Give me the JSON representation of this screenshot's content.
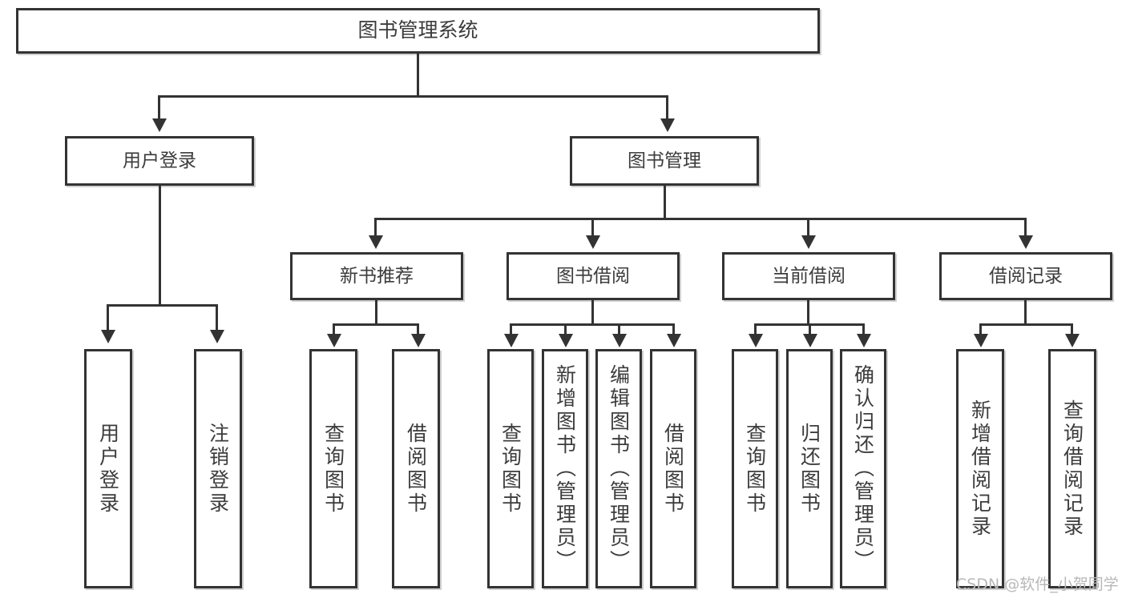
{
  "diagram": {
    "title": "图书管理系统",
    "type": "hierarchy-tree",
    "root": {
      "id": "root",
      "label": "图书管理系统"
    },
    "level2": [
      {
        "id": "user-login",
        "label": "用户登录"
      },
      {
        "id": "book-manage",
        "label": "图书管理"
      }
    ],
    "level3": [
      {
        "id": "new-book-recommend",
        "label": "新书推荐"
      },
      {
        "id": "book-borrow",
        "label": "图书借阅"
      },
      {
        "id": "current-borrow",
        "label": "当前借阅"
      },
      {
        "id": "borrow-record",
        "label": "借阅记录"
      }
    ],
    "leaves": {
      "user_login": [
        {
          "id": "leaf-user-login",
          "label": "用户登录"
        },
        {
          "id": "leaf-logout-login",
          "label": "注销登录"
        }
      ],
      "new_book_recommend": [
        {
          "id": "leaf-query-book-1",
          "label": "查询图书"
        },
        {
          "id": "leaf-borrow-book-1",
          "label": "借阅图书"
        }
      ],
      "book_borrow": [
        {
          "id": "leaf-query-book-2",
          "label": "查询图书"
        },
        {
          "id": "leaf-add-book",
          "label": "新增图书（管理员）"
        },
        {
          "id": "leaf-edit-book",
          "label": "编辑图书（管理员）"
        },
        {
          "id": "leaf-borrow-book-2",
          "label": "借阅图书"
        }
      ],
      "current_borrow": [
        {
          "id": "leaf-query-book-3",
          "label": "查询图书"
        },
        {
          "id": "leaf-return-book",
          "label": "归还图书"
        },
        {
          "id": "leaf-confirm-return",
          "label": "确认归还（管理员）"
        }
      ],
      "borrow_record": [
        {
          "id": "leaf-add-borrow-record",
          "label": "新增借阅记录"
        },
        {
          "id": "leaf-query-borrow-record",
          "label": "查询借阅记录"
        }
      ]
    }
  },
  "watermark": {
    "text": "CSDN @软件_小贺同学"
  },
  "colors": {
    "box_border": "#333333",
    "box_fill": "#ffffff",
    "text": "#3c3c3c",
    "connector": "#333333",
    "watermark": "#b8b8b8",
    "background": "#ffffff"
  }
}
